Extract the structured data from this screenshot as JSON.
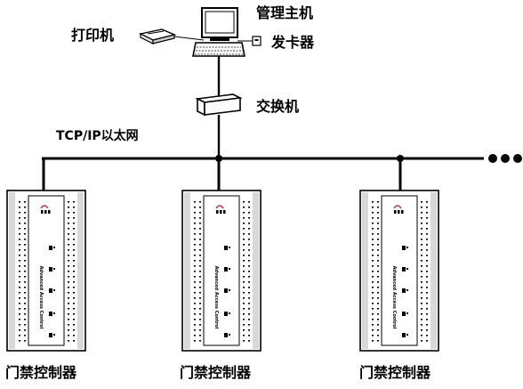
{
  "nodes": {
    "host_label": "管理主机",
    "printer_label": "打印机",
    "card_issuer_label": "发卡器",
    "switch_label": "交换机",
    "network_label": "TCP/IP以太网",
    "controllers": [
      {
        "label": "门禁控制器"
      },
      {
        "label": "门禁控制器"
      },
      {
        "label": "门禁控制器"
      }
    ]
  },
  "device_text": {
    "panel_caption": "Advanced Access Control"
  },
  "colors": {
    "line": "#000000",
    "panel_fill": "#ffffff",
    "panel_stroke": "#000000",
    "panel_shade": "#d8d8d8",
    "accent_red": "#d4202a"
  }
}
